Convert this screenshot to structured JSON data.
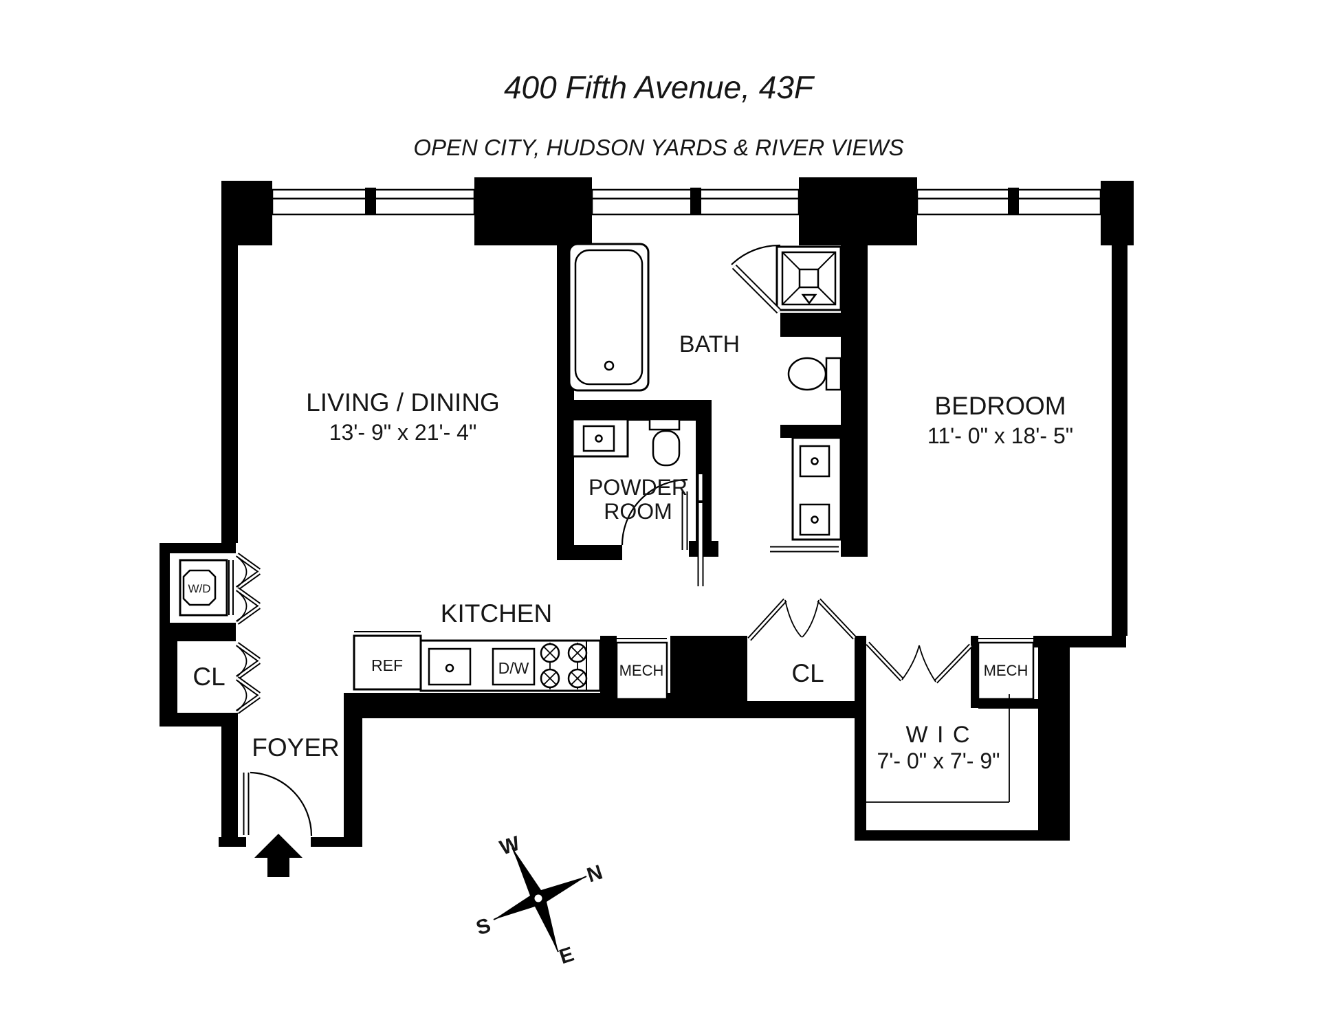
{
  "title": "400 Fifth Avenue, 43F",
  "subtitle": "OPEN CITY, HUDSON YARDS & RIVER VIEWS",
  "colors": {
    "ink": "#000000",
    "paper": "#ffffff"
  },
  "rooms": {
    "living": {
      "name": "LIVING / DINING",
      "dims": "13'- 9\" x 21'- 4\""
    },
    "bedroom": {
      "name": "BEDROOM",
      "dims": "11'- 0\" x 18'- 5\""
    },
    "bath": {
      "name": "BATH"
    },
    "powder": {
      "line1": "POWDER",
      "line2": "ROOM"
    },
    "kitchen": {
      "name": "KITCHEN"
    },
    "foyer": {
      "name": "FOYER"
    },
    "wic": {
      "name": "W I C",
      "dims": "7'- 0\" x 7'- 9\""
    },
    "closet_left": {
      "name": "CL"
    },
    "closet_center": {
      "name": "CL"
    },
    "mech_kitchen": {
      "name": "MECH"
    },
    "mech_bedroom": {
      "name": "MECH"
    }
  },
  "appliances": {
    "washer_dryer": "W/D",
    "refrigerator": "REF",
    "dishwasher": "D/W"
  },
  "compass": {
    "north": "N",
    "south": "S",
    "east": "E",
    "west": "W"
  }
}
